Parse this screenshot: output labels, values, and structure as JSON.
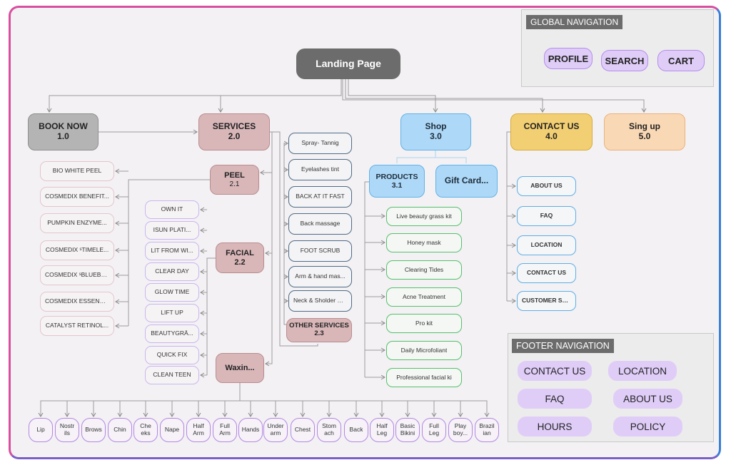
{
  "landing": "Landing Page",
  "book": {
    "title": "BOOK NOW",
    "num": "1.0"
  },
  "services": {
    "title": "SERVICES",
    "num": "2.0"
  },
  "shop": {
    "title": "Shop",
    "num": "3.0"
  },
  "contact": {
    "title": "CONTACT US",
    "num": "4.0"
  },
  "signup": {
    "title": "Sing up",
    "num": "5.0"
  },
  "peel": {
    "title": "PEEL",
    "num": "2.1"
  },
  "facial": {
    "title": "FACIAL",
    "num": "2.2"
  },
  "other": {
    "title": "OTHER SERVICES",
    "num": "2.3"
  },
  "waxing": {
    "title": "Waxin..."
  },
  "products": {
    "title": "PRODUCTS",
    "num": "3.1"
  },
  "gift": {
    "title": "Gift Card..."
  },
  "peel_items": [
    "BIO   WHITE PEEL",
    "COSMEDIX   BENEFIT...",
    "PUMPKIN   ENZYME...",
    "COSMEDIX  ˢTIMELE...",
    "COSMEDIX  ˢBLUEBE...",
    "COSMEDIX   ESSENTI...",
    "CATALYST   RETINOL..."
  ],
  "facial_items": [
    "OWN IT",
    "ISUN   PLATI...",
    "LIT  FROM WI...",
    "CLEAR   DAY",
    "GLOW  TIME",
    "LIFT  UP",
    "BEAUTYGRÄ...",
    "QUICK  FIX",
    "CLEAN  TEEN"
  ],
  "other_items": [
    "Spray-  Tannig",
    "Eyelashes  tint",
    "BACK  AT   IT FAST",
    "Back   massage",
    "FOOT   SCRUB",
    "Arm   & hand mas...",
    "Neck & Sholder m..."
  ],
  "product_items": [
    "Live beauty grass kit",
    "Honey   mask",
    "Clearing   Tides",
    "Acne   Treatment",
    "Pro kit",
    "Daily   Microfoliant",
    "Professional   facial ki"
  ],
  "contact_items": [
    "ABOUT US",
    "FAQ",
    "LOCATION",
    "CONTACT US",
    "CUSTOMER SER..."
  ],
  "wax_items": [
    [
      "Lip"
    ],
    [
      "Nostr",
      "ils"
    ],
    [
      "Brows"
    ],
    [
      "Chin"
    ],
    [
      "Che",
      "eks"
    ],
    [
      "Nape"
    ],
    [
      "Half",
      "Arm"
    ],
    [
      "Full",
      "Arm"
    ],
    [
      "Hands"
    ],
    [
      "Under",
      "arm"
    ],
    [
      "Chest"
    ],
    [
      "Stom",
      "ach"
    ],
    [
      "Back"
    ],
    [
      "Half",
      "Leg"
    ],
    [
      "Basic",
      "Bikini"
    ],
    [
      "Full",
      "Leg"
    ],
    [
      "Play",
      "boy..."
    ],
    [
      "Brazil",
      "ian"
    ]
  ],
  "global_nav": {
    "title": "GLOBAL NAVIGATION",
    "items": [
      "PROFILE",
      "SEARCH",
      "CART"
    ]
  },
  "footer_nav": {
    "title": "FOOTER NAVIGATION",
    "items": [
      "CONTACT US",
      "LOCATION",
      "FAQ",
      "ABOUT US",
      "HOURS",
      "POLICY"
    ]
  }
}
